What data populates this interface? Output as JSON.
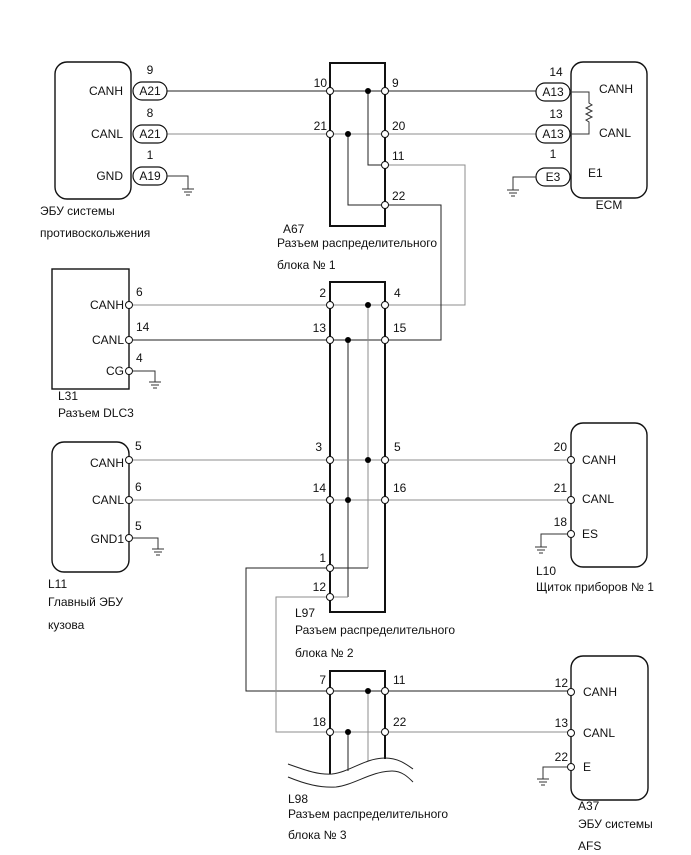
{
  "colors": {
    "wire_dark": "#222222",
    "wire_gray": "#8c8c8c"
  },
  "abs_ecu": {
    "label_line1": "ЭБУ системы",
    "label_line2": "противоскольжения",
    "pins": {
      "canh": "CANH",
      "canl": "CANL",
      "gnd": "GND"
    },
    "connectors": {
      "canh": "A21",
      "canl": "A21",
      "gnd": "A19"
    },
    "pin_numbers": {
      "canh": "9",
      "canl": "8",
      "gnd": "1"
    }
  },
  "ecm": {
    "label": "ECM",
    "pins": {
      "canh": "CANH",
      "canl": "CANL",
      "e1": "E1"
    },
    "connectors": {
      "canh": "A13",
      "canl": "A13",
      "e1": "E3"
    },
    "pin_numbers": {
      "canh": "14",
      "canl": "13",
      "e1": "1"
    }
  },
  "a67": {
    "code": "A67",
    "label_line1": "Разъем распределительного",
    "label_line2": "блока № 1",
    "pins": {
      "p10": "10",
      "p9": "9",
      "p21": "21",
      "p20": "20",
      "p11": "11",
      "p22": "22"
    }
  },
  "dlc3": {
    "code": "L31",
    "label": "Разъем DLC3",
    "pins": {
      "canh": "CANH",
      "canl": "CANL",
      "cg": "CG"
    },
    "pin_numbers": {
      "canh": "6",
      "canl": "14",
      "cg": "4"
    }
  },
  "l97": {
    "code": "L97",
    "label_line1": "Разъем распределительного",
    "label_line2": "блока № 2",
    "pins": {
      "p2": "2",
      "p4": "4",
      "p13": "13",
      "p15": "15",
      "p3": "3",
      "p5": "5",
      "p14": "14",
      "p16": "16",
      "p1": "1",
      "p12": "12"
    }
  },
  "body_ecu": {
    "code": "L11",
    "label_line1": "Главный ЭБУ",
    "label_line2": "кузова",
    "pins": {
      "canh": "CANH",
      "canl": "CANL",
      "gnd1": "GND1"
    },
    "pin_numbers": {
      "canh": "5",
      "canl": "6",
      "gnd1": "5"
    }
  },
  "meter": {
    "code": "L10",
    "label": "Щиток приборов № 1",
    "pins": {
      "canh": "CANH",
      "canl": "CANL",
      "es": "ES"
    },
    "pin_numbers": {
      "canh": "20",
      "canl": "21",
      "es": "18"
    }
  },
  "l98": {
    "code": "L98",
    "label_line1": "Разъем распределительного",
    "label_line2": "блока № 3",
    "pins": {
      "p7": "7",
      "p11": "11",
      "p18": "18",
      "p22": "22"
    }
  },
  "afs": {
    "code": "A37",
    "label_line1": "ЭБУ системы",
    "label_line2": "AFS",
    "pins": {
      "canh": "CANH",
      "canl": "CANL",
      "e": "E"
    },
    "pin_numbers": {
      "canh": "12",
      "canl": "13",
      "e": "22"
    }
  }
}
